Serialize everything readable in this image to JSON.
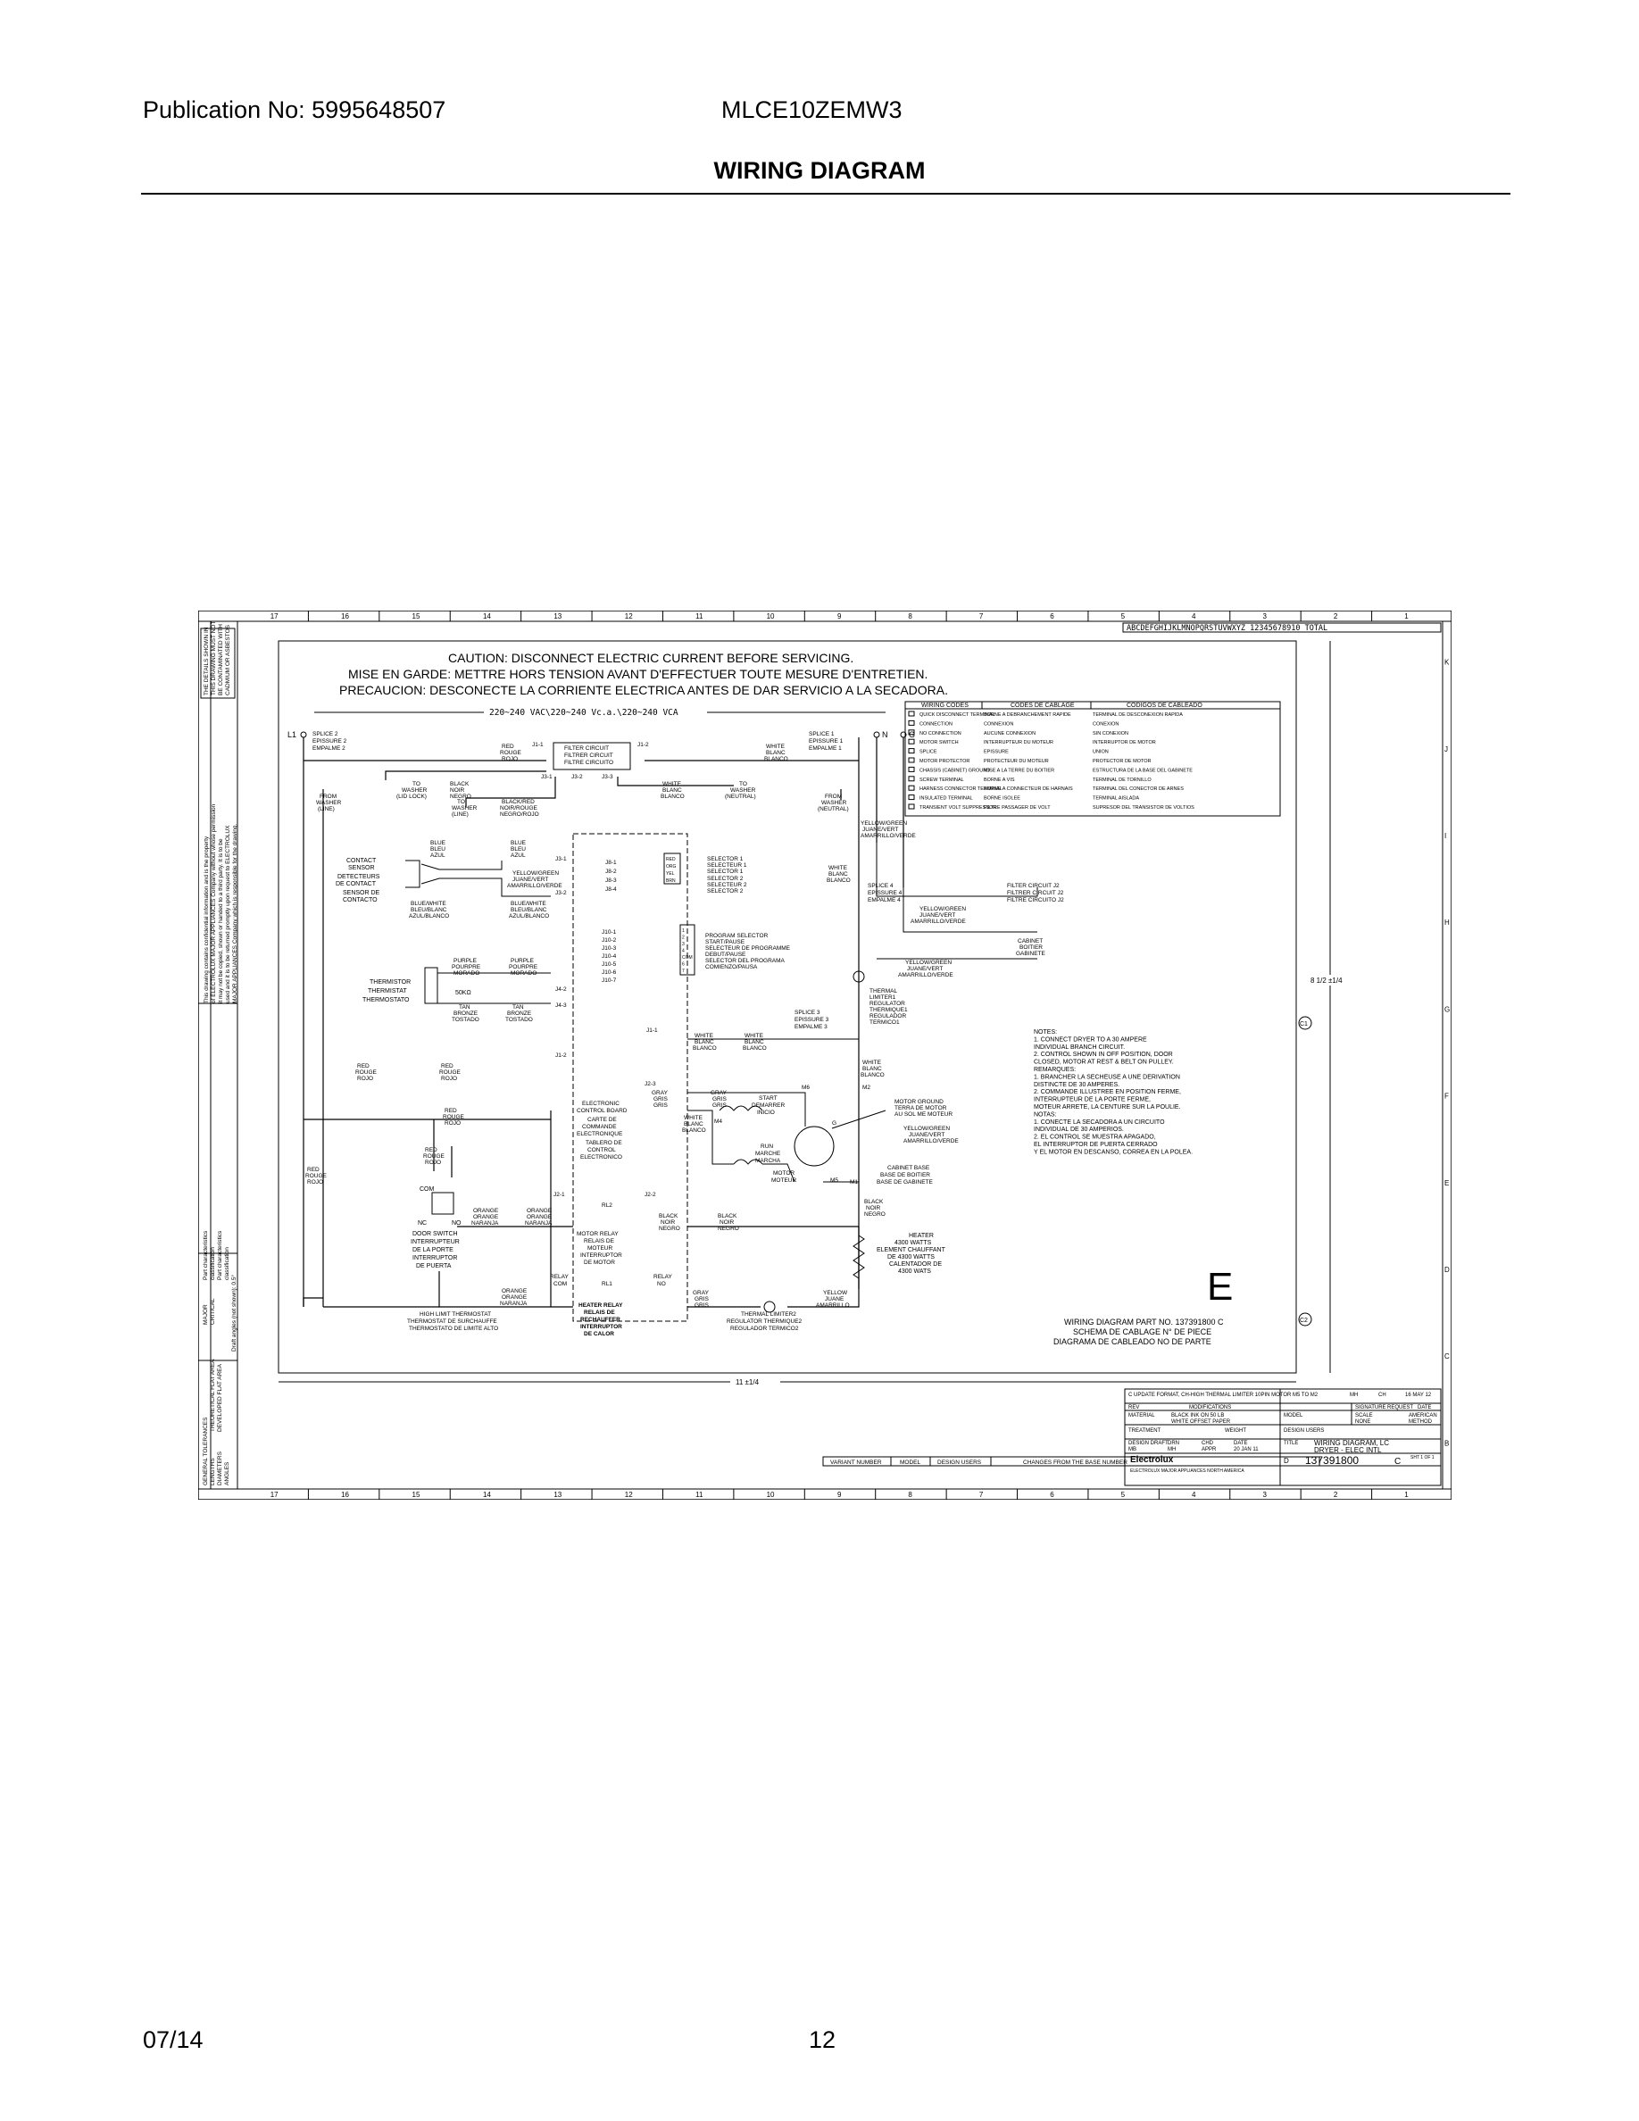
{
  "header": {
    "publication": "Publication No: 5995648507",
    "model": "MLCE10ZEMW3",
    "title": "WIRING DIAGRAM"
  },
  "footer": {
    "date": "07/14",
    "page": "12"
  },
  "diagram": {
    "columns": [
      "17",
      "16",
      "15",
      "14",
      "13",
      "12",
      "11",
      "10",
      "9",
      "8",
      "7",
      "6",
      "5",
      "4",
      "3",
      "2",
      "1"
    ],
    "rows": [
      "K",
      "J",
      "I",
      "H",
      "G",
      "F",
      "E",
      "D",
      "C",
      "B"
    ],
    "zone_index": "ABCDEFGHIJKLMNOPQRSTUVWXYZ  12345678910   TOTAL",
    "caution": [
      "CAUTION:  DISCONNECT ELECTRIC CURRENT BEFORE SERVICING.",
      "MISE EN GARDE:  METTRE HORS TENSION AVANT D'EFFECTUER TOUTE MESURE D'ENTRETIEN.",
      "PRECAUCION:  DESCONECTE LA CORRIENTE ELECTRICA ANTES DE DAR SERVICIO A LA SECADORA."
    ],
    "voltage": "220~240 VAC\\220~240 Vc.a.\\220~240 VCA",
    "terminals": {
      "l1": "L1",
      "n": "N",
      "g": "G"
    },
    "splice2": [
      "SPLICE 2",
      "EPISSURE 2",
      "EMPALME 2"
    ],
    "splice1": [
      "SPLICE 1",
      "EPISSURE 1",
      "EMPALME 1"
    ],
    "splice3": [
      "SPLICE 3",
      "EPISSURE 3",
      "EMPALME 3"
    ],
    "splice4": [
      "SPLICE 4",
      "EPISSURE 4",
      "EMPALME 4"
    ],
    "filter_circuit": [
      "FILTER CIRCUIT",
      "FILTRER CIRCUIT",
      "FILTRE CIRCUITO"
    ],
    "filter_j2": [
      "FILTER CIRCUIT J2",
      "FILTRER CIRCUIT J2",
      "FILTRE CIRCUITO J2"
    ],
    "filter_pins": {
      "j1_1": "J1-1",
      "j1_2": "J1-2",
      "j3_1": "J3-1",
      "j3_2": "J3-2",
      "j3_3": "J3-3"
    },
    "wire_red": [
      "RED",
      "ROUGE",
      "ROJO"
    ],
    "wire_white": [
      "WHITE",
      "BLANC",
      "BLANCO"
    ],
    "wire_black": [
      "BLACK",
      "NOIR",
      "NEGRO"
    ],
    "wire_blue": [
      "BLUE",
      "BLEU",
      "AZUL"
    ],
    "wire_yellow_green": [
      "YELLOW/GREEN",
      "JUANE/VERT",
      "AMARRILLO/VERDE"
    ],
    "wire_blue_white": [
      "BLUE/WHITE",
      "BLEU/BLANC",
      "AZUL/BLANCO"
    ],
    "wire_purple": [
      "PURPLE",
      "POURPRE",
      "MORADO"
    ],
    "wire_tan": [
      "TAN",
      "BRONZE",
      "TOSTADO"
    ],
    "wire_orange": [
      "ORANGE",
      "ORANGE",
      "NARANJA"
    ],
    "wire_gray": [
      "GRAY",
      "GRIS",
      "GRIS"
    ],
    "wire_yellow": [
      "YELLOW",
      "JUANE",
      "AMARRILLO"
    ],
    "wire_black_red": [
      "BLACK/RED",
      "NOIR/ROUGE",
      "NEGRO/ROJO"
    ],
    "to_washer_lid": [
      "TO",
      "WASHER",
      "(LID LOCK)"
    ],
    "to_washer_line": [
      "TO",
      "WASHER",
      "(LINE)"
    ],
    "to_washer_neutral": [
      "TO",
      "WASHER",
      "(NEUTRAL)"
    ],
    "from_washer_line": [
      "FROM",
      "WASHER",
      "(LINE)"
    ],
    "from_washer_neutral": [
      "FROM",
      "WASHER",
      "(NEUTRAL)"
    ],
    "contact_sensor": [
      "CONTACT",
      "SENSOR",
      "DETECTEURS",
      "DE CONTACT",
      "SENSOR DE",
      "CONTACTO"
    ],
    "thermistor": [
      "THERMISTOR",
      "THERMISTAT",
      "THERMOSTATO"
    ],
    "thermistor_value": "50KΩ",
    "door_switch": [
      "DOOR SWITCH",
      "INTERRUPTEUR",
      "DE LA PORTE",
      "INTERRUPTOR",
      "DE PUERTA"
    ],
    "door_contacts": {
      "com": "COM",
      "nc": "NC",
      "no": "NO"
    },
    "high_limit": [
      "HIGH LIMIT THERMOSTAT",
      "THERMOSTAT DE SURCHAUFFE",
      "THERMOSTATO DE LIMITE ALTO"
    ],
    "control_board": [
      "ELECTRONIC",
      "CONTROL BOARD",
      "CARTE DE",
      "COMMANDE",
      "ELECTRONIQUE",
      "TABLERO DE",
      "CONTROL",
      "ELECTRONICO"
    ],
    "motor_relay": [
      "MOTOR RELAY",
      "RELAIS DE",
      "MOTEUR",
      "INTERRUPTOR",
      "DE MOTOR"
    ],
    "heater_relay": [
      "HEATER RELAY",
      "RELAIS DE",
      "RECHAUFFER",
      "INTERRUPTOR",
      "DE CALOR"
    ],
    "relay_labels": {
      "rl1": "RL1",
      "rl2": "RL2",
      "relay_com": [
        "RELAY",
        "COM"
      ],
      "relay_no": [
        "RELAY",
        "NO"
      ]
    },
    "board_pins": {
      "j8": [
        "J8-1",
        "J8-2",
        "J8-3",
        "J8-4"
      ],
      "j10": [
        "J10-1",
        "J10-2",
        "J10-3",
        "J10-4",
        "J10-5",
        "J10-6",
        "J10-7"
      ],
      "j4": [
        "J4-2",
        "J4-3"
      ],
      "j3": [
        "J3-1",
        "J3-2"
      ],
      "j2": [
        "J2-1",
        "J2-2",
        "J2-3"
      ],
      "j1": [
        "J1-1",
        "J1-2"
      ]
    },
    "selector_pins": [
      "RED",
      "ORG",
      "YEL",
      "BRN"
    ],
    "program_pins": [
      "1",
      "2",
      "3",
      "4",
      "COM",
      "6",
      "7"
    ],
    "selector1": [
      "SELECTOR 1",
      "SELECTEUR 1",
      "SELECTOR 1"
    ],
    "selector2": [
      "SELECTOR 2",
      "SELECTEUR 2",
      "SELECTOR 2"
    ],
    "program_selector": [
      "PROGRAM SELECTOR",
      "START/PAUSE",
      "SELECTEUR DE PROGRAMME",
      "DEBUT/PAUSE",
      "SELECTOR DEL PROGRAMA",
      "COMIENZO/PAUSA"
    ],
    "thermal_limiter1": [
      "THERMAL",
      "LIMITER1",
      "REGULATOR",
      "THERMIQUE1",
      "REGULADOR",
      "TERMICO1"
    ],
    "thermal_limiter2": [
      "THERMAL LIMITER2",
      "REGULATOR THERMIQUE2",
      "REGULADOR TERMICO2"
    ],
    "motor": [
      "MOTOR",
      "MOTEUR"
    ],
    "motor_start": [
      "START",
      "DEMARRER",
      "INICIO"
    ],
    "motor_run": [
      "RUN",
      "MARCHE",
      "MARCHA"
    ],
    "motor_points": {
      "m1": "M1",
      "m2": "M2",
      "m4": "M4",
      "m5": "M5",
      "m6": "M6",
      "g": "G"
    },
    "motor_ground": [
      "MOTOR GROUND",
      "TERRA DE MOTOR",
      "AU SOL ME MOTEUR"
    ],
    "cabinet_base": [
      "CABINET BASE",
      "BASE DE BOITIER",
      "BASE DE GABINETE"
    ],
    "cabinet": [
      "CABINET",
      "BOITIER",
      "GABINETE"
    ],
    "heater": [
      "HEATER",
      "4300 WATTS",
      "ELEMENT CHAUFFANT",
      "DE 4300 WATTS",
      "CALENTADOR DE",
      "4300 WATS"
    ],
    "notes": [
      "NOTES:",
      "1. CONNECT DRYER TO A 30 AMPERE",
      "   INDIVIDUAL BRANCH CIRCUIT.",
      "2. CONTROL SHOWN IN OFF POSITION, DOOR",
      "   CLOSED, MOTOR AT REST & BELT ON PULLEY.",
      "REMARQUES:",
      "1. BRANCHER LA SECHEUSE A UNE DERIVATION",
      "   DISTINCTE DE 30 AMPERES.",
      "2. COMMANDE ILLUSTREE EN POSITION FERME,",
      "   INTERRUPTEUR DE LA PORTE FERME,",
      "   MOTEUR ARRETE, LA CENTURE SUR LA POULIE.",
      "NOTAS:",
      "1. CONECTE LA SECADORA A UN CIRCUITO",
      "   INDIVIDUAL DE 30 AMPERIOS.",
      "2. EL CONTROL SE MUESTRA APAGADO,",
      "   EL INTERRUPTOR DE PUERTA CERRADO",
      "   Y EL MOTOR EN DESCANSO, CORREA EN LA POLEA."
    ],
    "wiring_codes": {
      "headers": [
        "WIRING CODES",
        "CODES DE CABLAGE",
        "CODIGOS DE CABLEADO"
      ],
      "rows": [
        [
          "QUICK DISCONNECT TERMINAL",
          "BORNE A DEBRANCHEMENT RAPIDE",
          "TERMINAL DE DESCONEXION RAPIDA"
        ],
        [
          "CONNECTION",
          "CONNEXION",
          "CONEXION"
        ],
        [
          "NO CONNECTION",
          "AUCUNE CONNEXION",
          "SIN CONEXION"
        ],
        [
          "MOTOR SWITCH",
          "INTERRUPTEUR DU MOTEUR",
          "INTERRUPTOR DE MOTOR"
        ],
        [
          "SPLICE",
          "EPISSURE",
          "UNION"
        ],
        [
          "MOTOR PROTECTOR",
          "PROTECTEUR DU MOTEUR",
          "PROTECTOR DE MOTOR"
        ],
        [
          "CHASSIS (CABINET) GROUND",
          "MISE A LA TERRE DU BOITIER",
          "ESTRUCTURA DE LA BASE DEL GABINETE"
        ],
        [
          "SCREW TERMINAL",
          "BORNE A VIS",
          "TERMINAL DE TORNILLO"
        ],
        [
          "HARNESS CONNECTOR TERMINAL",
          "BORNE A CONNECTEUR DE HARNAIS",
          "TERMINAL DEL CONECTOR DE ARNES"
        ],
        [
          "INSULATED TERMINAL",
          "BORNE ISOLEE",
          "TERMINAL AISLADA"
        ],
        [
          "TRANSIENT VOLT SUPPRESSOR",
          "FILTRE PASSAGER DE VOLT",
          "SUPRESOR DEL TRANSISTOR DE VOLTIOS"
        ]
      ]
    },
    "wiring_part": [
      "WIRING DIAGRAM PART NO. 137391800 C",
      "SCHEMA DE CABLAGE N° DE PIECE",
      "DIAGRAMA DE CABLEADO NO DE PARTE"
    ],
    "big_letter": "E",
    "dim_width": "11 ±1/4",
    "dim_height": "8 1/2 ±1/4",
    "c1": "C1",
    "c2": "C2",
    "side_note": [
      "This drawing contains confidential information and is the property",
      "of ELECTROLUX MAJOR APPLIANCES Company without whose permission",
      "it may not be copied, shown or handed to a third party. It is to be",
      "used and it is to be returned promptly upon request to ELECTROLUX",
      "MAJOR APPLIANCES Company which is responsible for the drawing."
    ],
    "side_top_box": [
      "THE DETAILS SHOWN IN",
      "THIS DRAWING MUST NOT",
      "BE CONTAMINATED WITH",
      "CADMIUM OR ASBESTOS"
    ],
    "side_char": [
      "MAJOR",
      "CRITICAL",
      "Part characteristics",
      "classification",
      "Part characteristics",
      "classification",
      "Draft angles (not shown): 0.5°"
    ],
    "side_tol": [
      "GENERAL TOLERANCES",
      "THEORETICAL FLAT AREA",
      "DEVELOPED FLAT AREA",
      "LENGTHS",
      "DIAMETERS",
      "ANGLES"
    ],
    "bottom_cells": [
      "VARIANT NUMBER",
      "MODEL",
      "DESIGN USERS",
      "CHANGES FROM THE BASE NUMBER"
    ],
    "title_block": {
      "rev_note": "C   UPDATE FORMAT, CH-HIGH THERMAL LIMITER 10PIN MOTOR M5 TO M2",
      "rev_cols": [
        "REV",
        "MODIFICATIONS",
        "SIGNATURE",
        "REQUEST",
        "DATE"
      ],
      "material": [
        "MATERIAL",
        "BLACK INK ON 50 LB",
        "WHITE OFFSET PAPER"
      ],
      "treatment": "TREATMENT",
      "weight": "WEIGHT",
      "model": "MODEL",
      "scale": [
        "SCALE",
        "NONE"
      ],
      "design_users": "DESIGN USERS",
      "method": [
        "AMERICAN",
        "METHOD"
      ],
      "drawn": [
        "DESIGN DRAFT",
        "MB",
        "DRN",
        "MH",
        "CHD",
        "APPR",
        "DATE",
        "20 JAN 11"
      ],
      "title": [
        "TITLE",
        "WIRING DIAGRAM, LC",
        "DRYER - ELEC INTL"
      ],
      "company": [
        "Electrolux",
        "ELECTROLUX MAJOR APPLIANCES NORTH AMERICA"
      ],
      "number": "137391800",
      "rev": "C",
      "size": "D",
      "sheet": "SHT 1 OF 1",
      "mh": "MH",
      "ch": "CH",
      "date_rev": "16 MAY 12"
    }
  }
}
